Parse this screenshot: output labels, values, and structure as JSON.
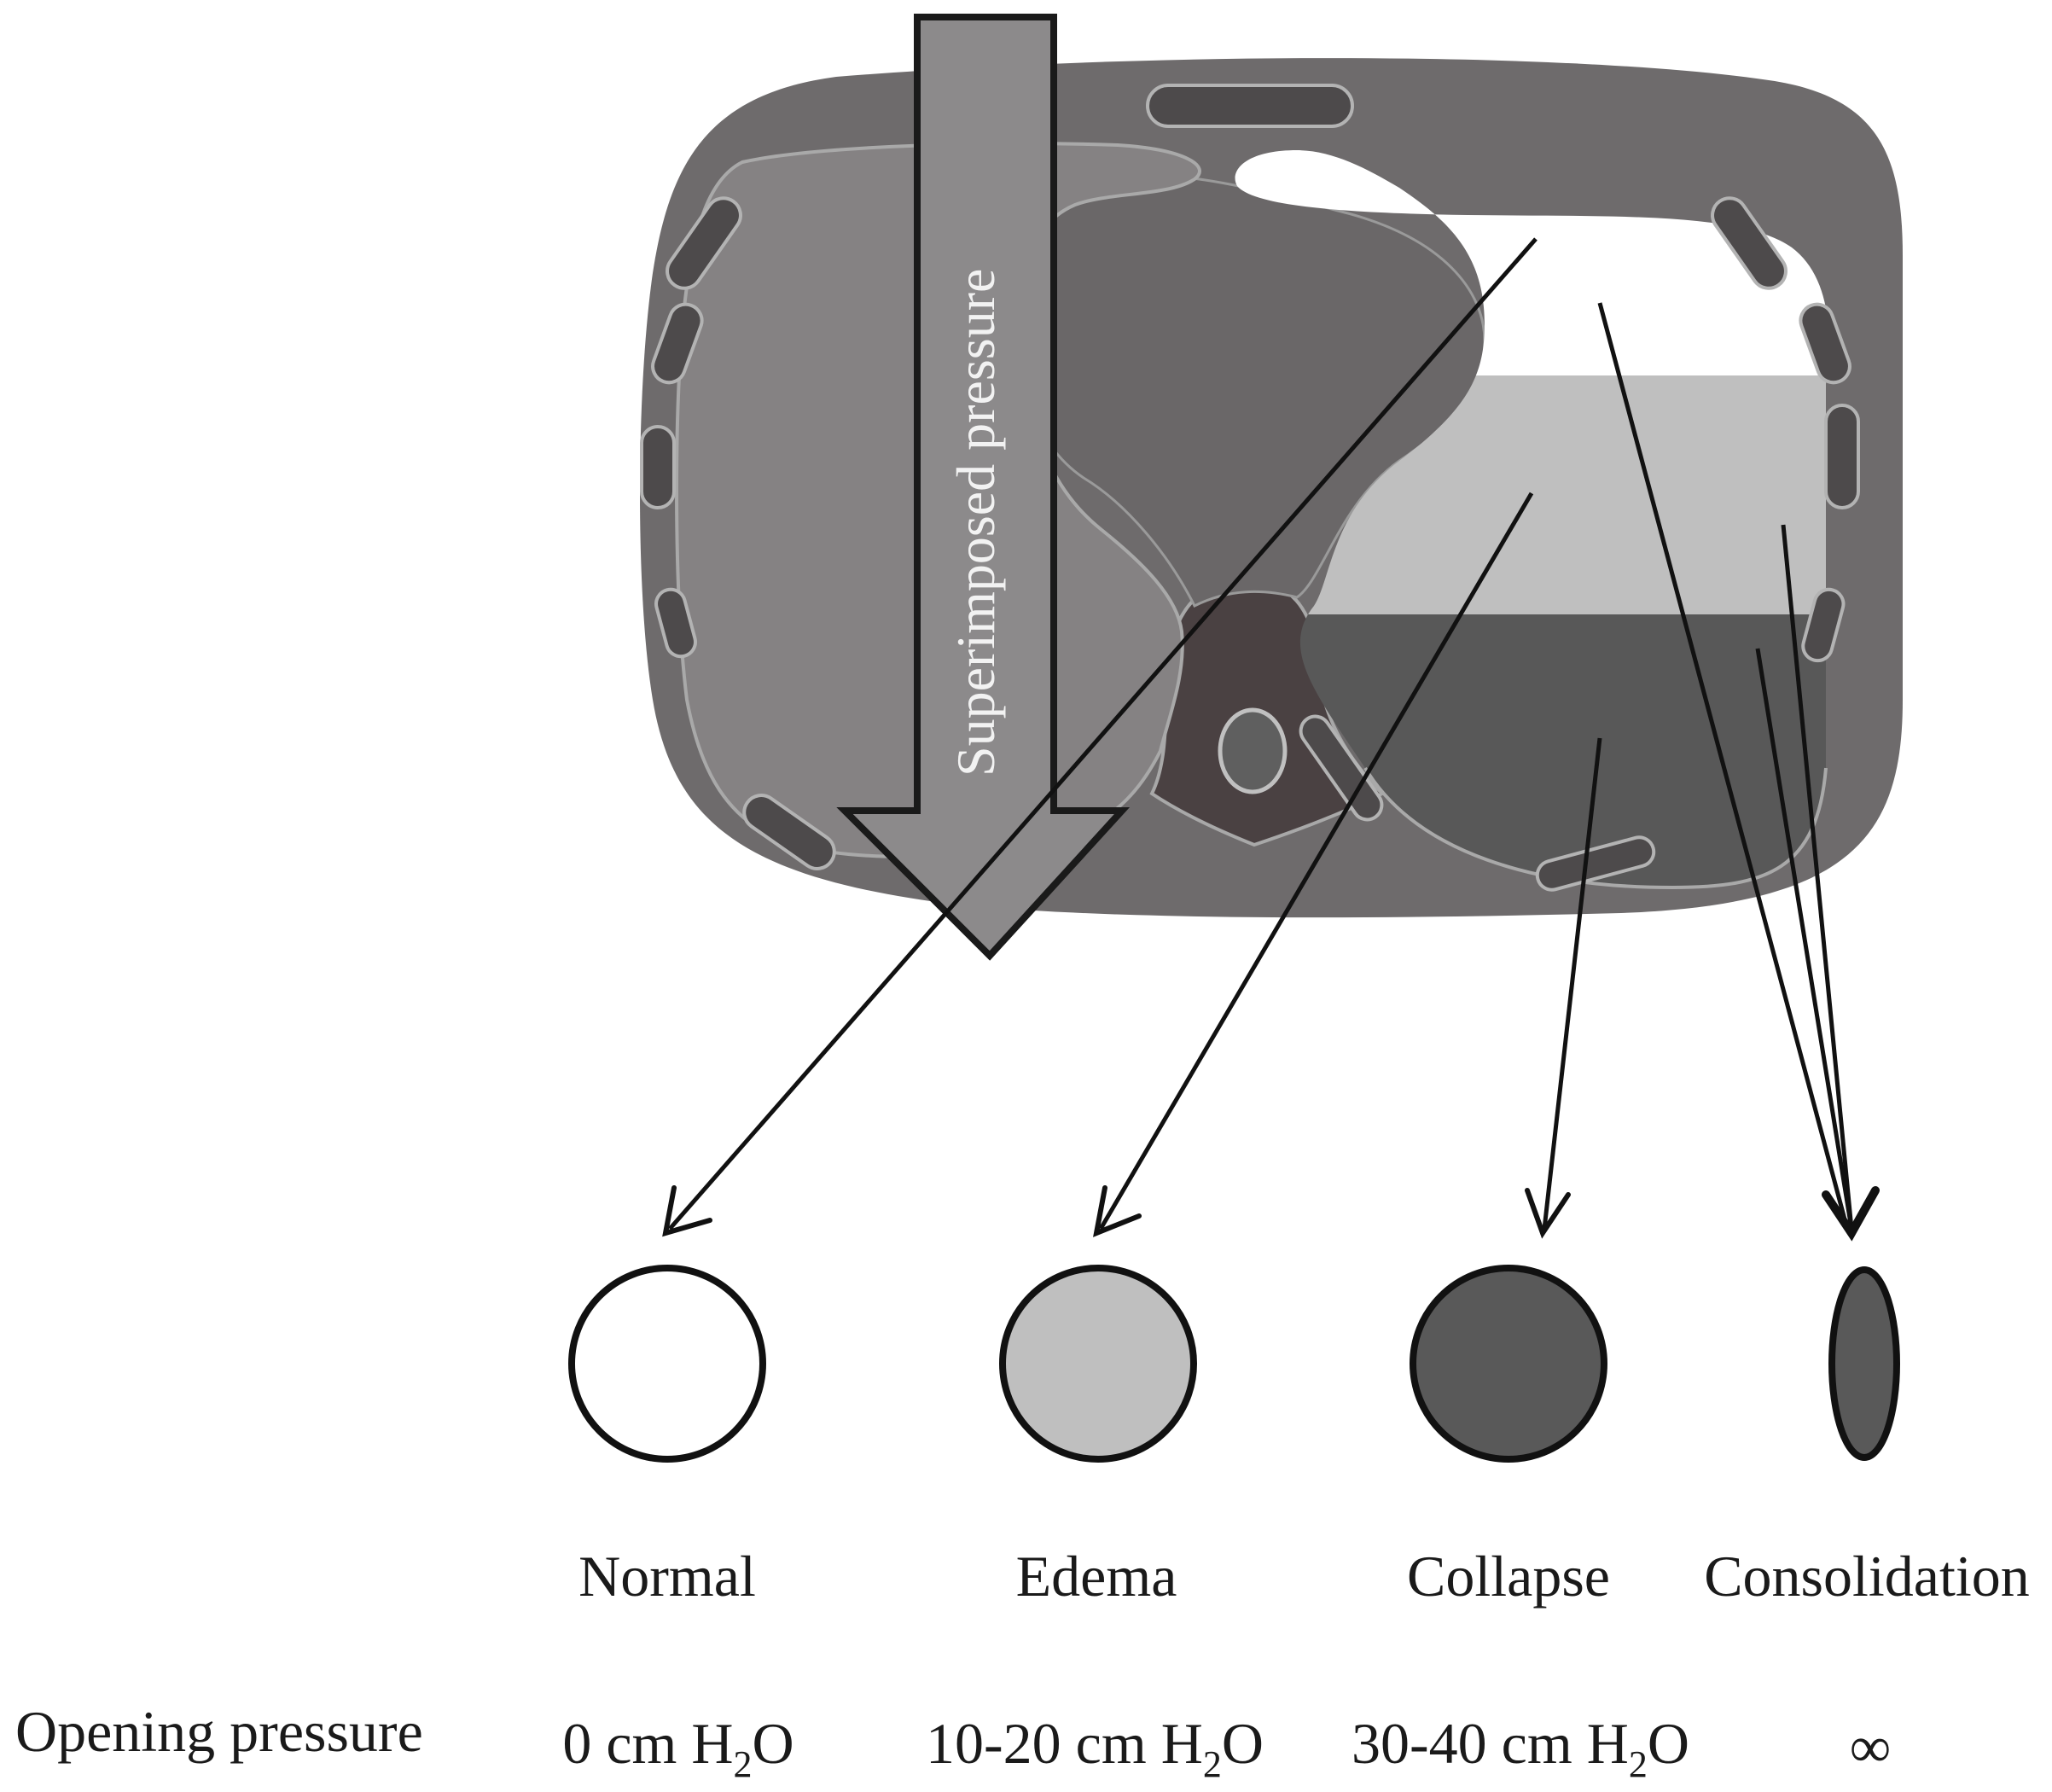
{
  "diagram": {
    "arrow_label": "Superimposed pressure",
    "row_label": "Opening pressure",
    "states": [
      {
        "name": "Normal",
        "pressure_prefix": "0 cm H",
        "pressure_sub": "2",
        "pressure_suffix": "O",
        "fill": "#ffffff"
      },
      {
        "name": "Edema",
        "pressure_prefix": "10-20 cm H",
        "pressure_sub": "2",
        "pressure_suffix": "O",
        "fill": "#bfbfbf"
      },
      {
        "name": "Collapse",
        "pressure_prefix": "30-40 cm H",
        "pressure_sub": "2",
        "pressure_suffix": "O",
        "fill": "#595959"
      },
      {
        "name": "Consolidation",
        "pressure_prefix": "∞",
        "pressure_sub": "",
        "pressure_suffix": "",
        "fill": "#595959"
      }
    ],
    "colors": {
      "body": "#6e6b6c",
      "lung_right": "#858283",
      "normal_zone": "#ffffff",
      "edema_zone": "#bfbfbf",
      "collapse_zone": "#585858",
      "rib": "#4d4a4b",
      "outline": "#b3b3b3"
    }
  }
}
